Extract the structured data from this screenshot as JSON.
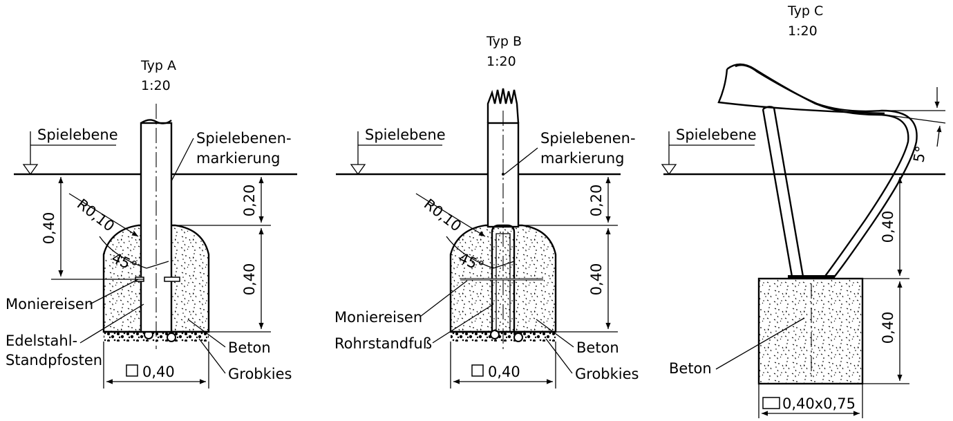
{
  "typeA": {
    "title": "Typ A",
    "scale": "1:20",
    "ground_label": "Spielebene",
    "marker_label_1": "Spielebenen-",
    "marker_label_2": "markierung",
    "radius": "R0,10",
    "angle": "45°",
    "rebar_label": "Moniereisen",
    "post_label_1": "Edelstahl-",
    "post_label_2": "Standpfosten",
    "concrete_label": "Beton",
    "gravel_label": "Grobkies",
    "width_label": "0,40",
    "dim_total": "0,40",
    "dim_top": "0,20",
    "dim_bottom": "0,40"
  },
  "typeB": {
    "title": "Typ B",
    "scale": "1:20",
    "ground_label": "Spielebene",
    "marker_label_1": "Spielebenen-",
    "marker_label_2": "markierung",
    "radius": "R0,10",
    "angle": "45°",
    "rebar_label": "Moniereisen",
    "foot_label": "Rohrstandfuß",
    "concrete_label": "Beton",
    "gravel_label": "Grobkies",
    "width_label": "0,40",
    "dim_top": "0,20",
    "dim_bottom": "0,40"
  },
  "typeC": {
    "title": "Typ C",
    "scale": "1:20",
    "ground_label": "Spielebene",
    "angle": "5°",
    "concrete_label": "Beton",
    "width_label": "0,40x0,75",
    "dim_top": "0,40",
    "dim_bottom": "0,40"
  }
}
